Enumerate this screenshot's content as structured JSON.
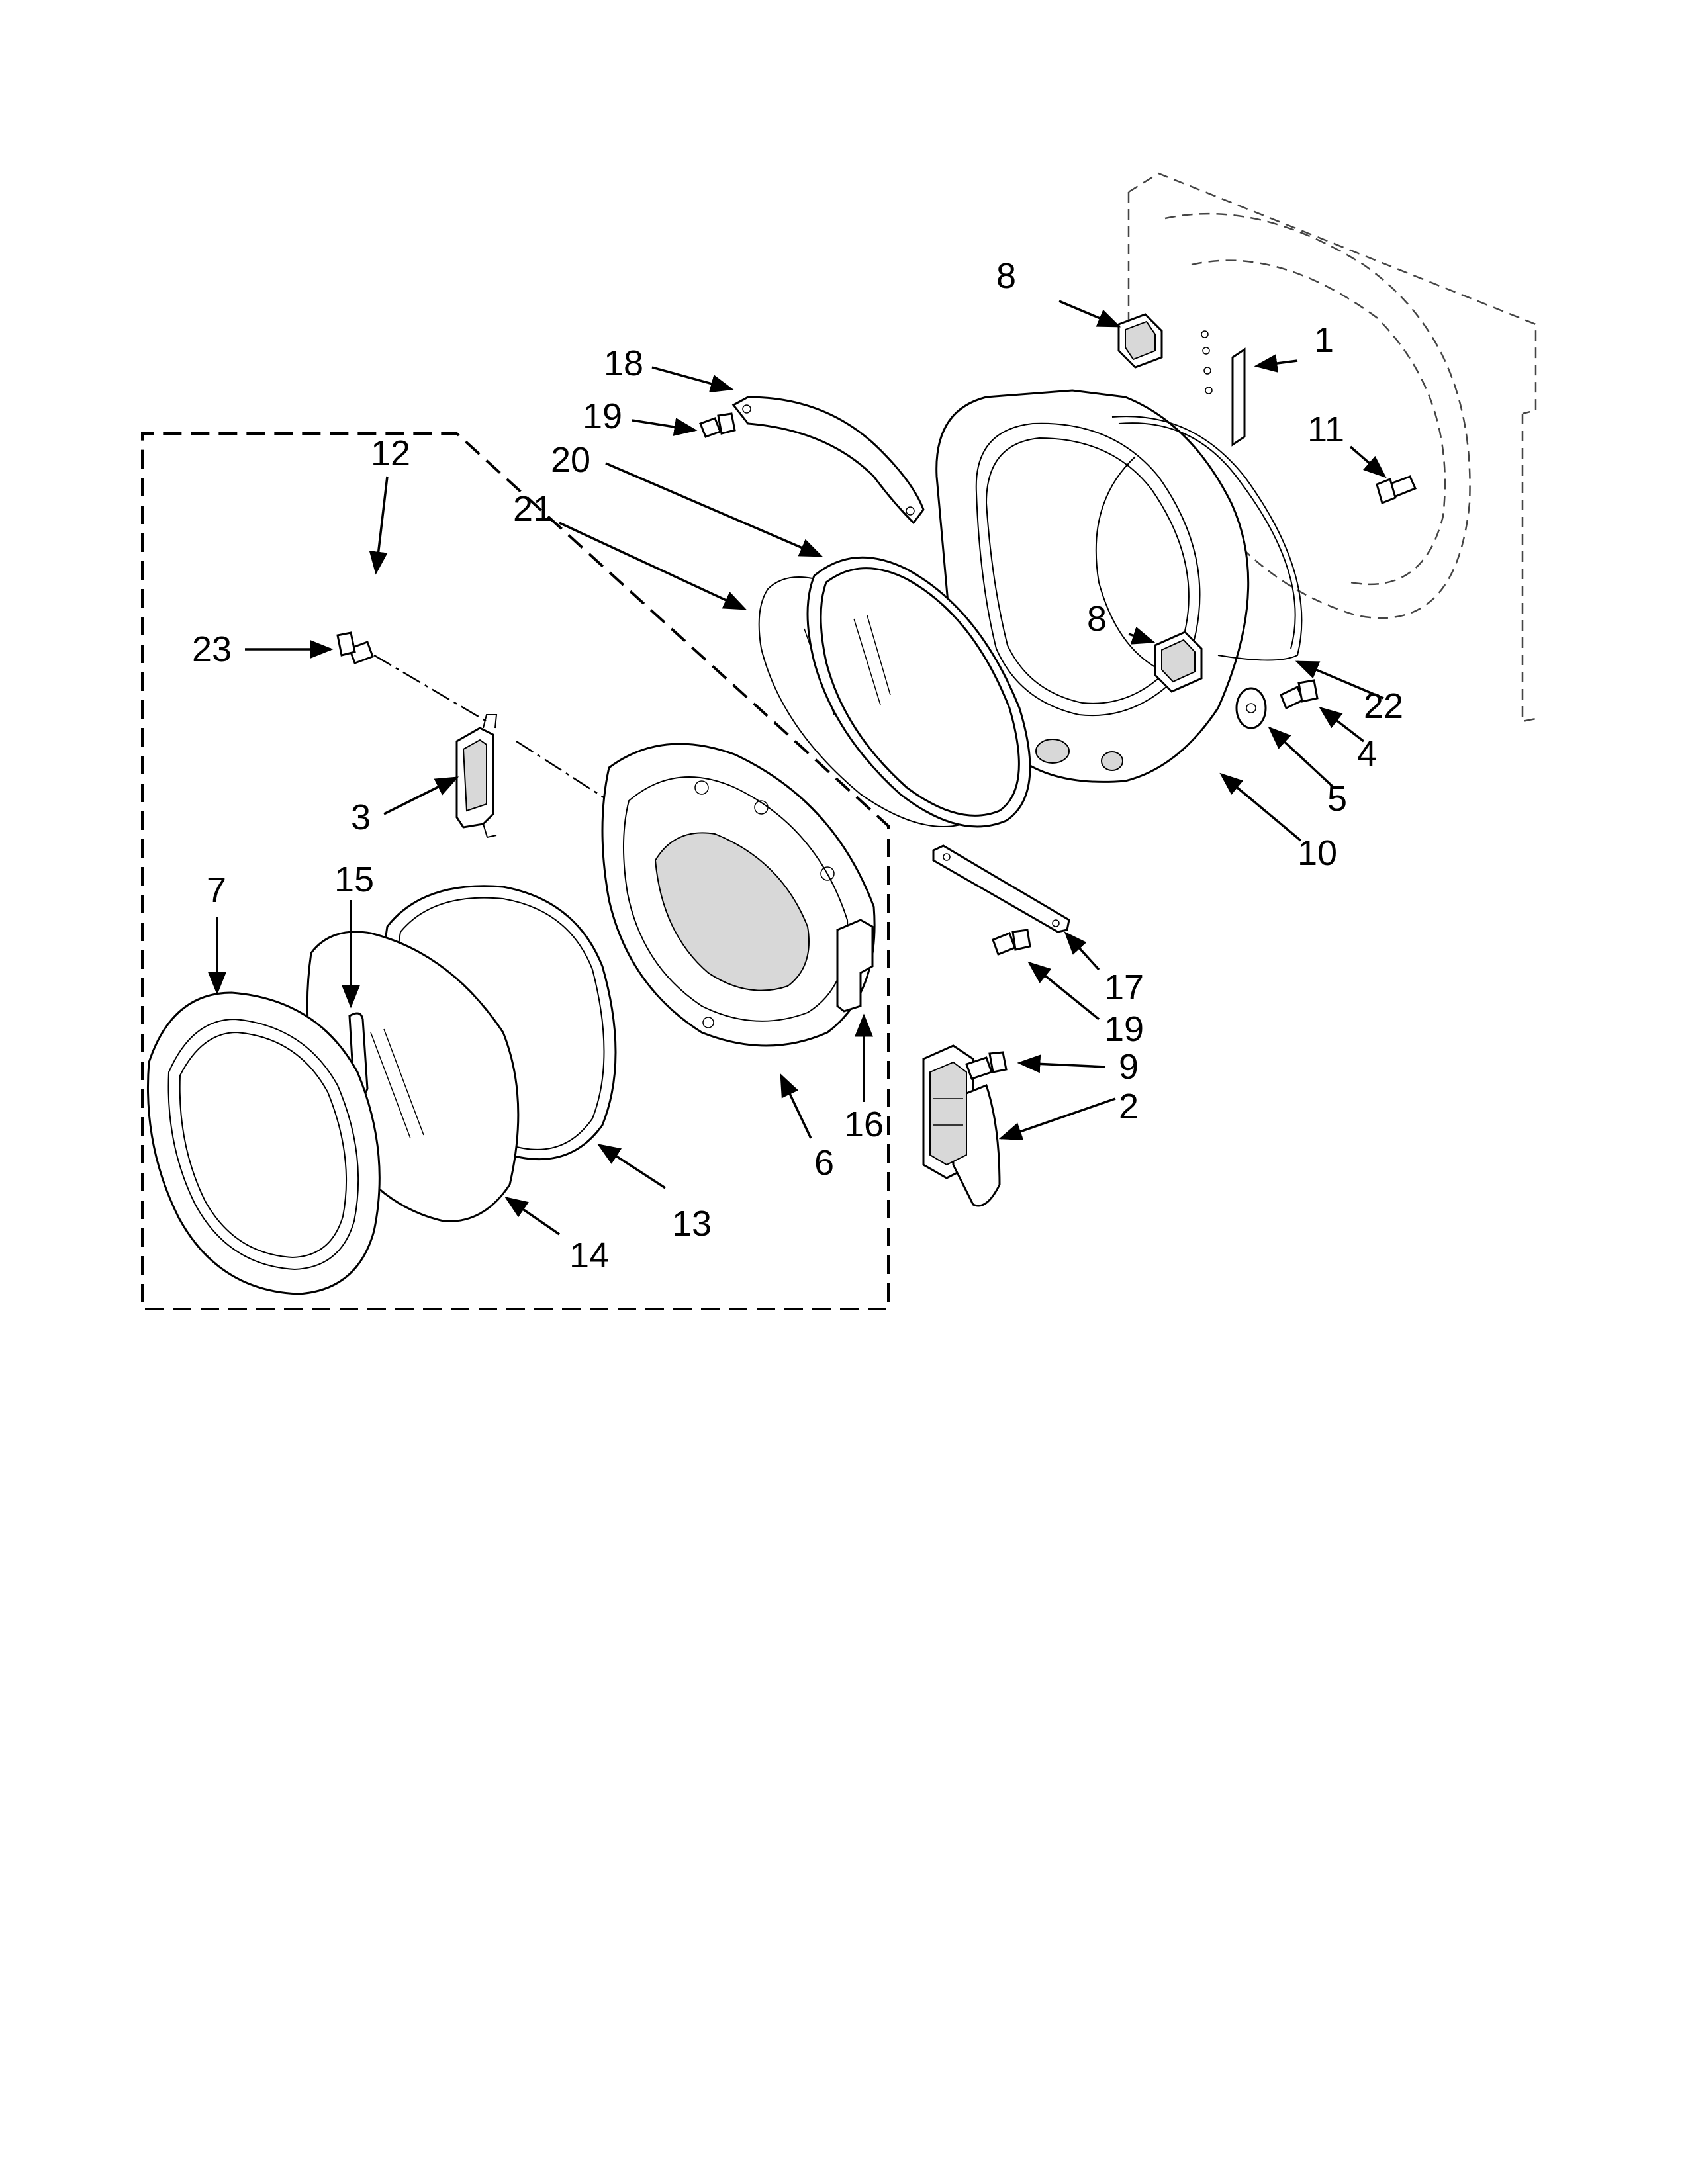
{
  "callouts": [
    {
      "id": "8a",
      "label": "8"
    },
    {
      "id": "1",
      "label": "1"
    },
    {
      "id": "11",
      "label": "11"
    },
    {
      "id": "18",
      "label": "18"
    },
    {
      "id": "19a",
      "label": "19"
    },
    {
      "id": "20",
      "label": "20"
    },
    {
      "id": "21",
      "label": "21"
    },
    {
      "id": "12",
      "label": "12"
    },
    {
      "id": "23",
      "label": "23"
    },
    {
      "id": "8b",
      "label": "8"
    },
    {
      "id": "22",
      "label": "22"
    },
    {
      "id": "4",
      "label": "4"
    },
    {
      "id": "5",
      "label": "5"
    },
    {
      "id": "10",
      "label": "10"
    },
    {
      "id": "3",
      "label": "3"
    },
    {
      "id": "7",
      "label": "7"
    },
    {
      "id": "15",
      "label": "15"
    },
    {
      "id": "17",
      "label": "17"
    },
    {
      "id": "19b",
      "label": "19"
    },
    {
      "id": "9",
      "label": "9"
    },
    {
      "id": "2",
      "label": "2"
    },
    {
      "id": "16",
      "label": "16"
    },
    {
      "id": "6",
      "label": "6"
    },
    {
      "id": "13",
      "label": "13"
    },
    {
      "id": "14",
      "label": "14"
    }
  ]
}
